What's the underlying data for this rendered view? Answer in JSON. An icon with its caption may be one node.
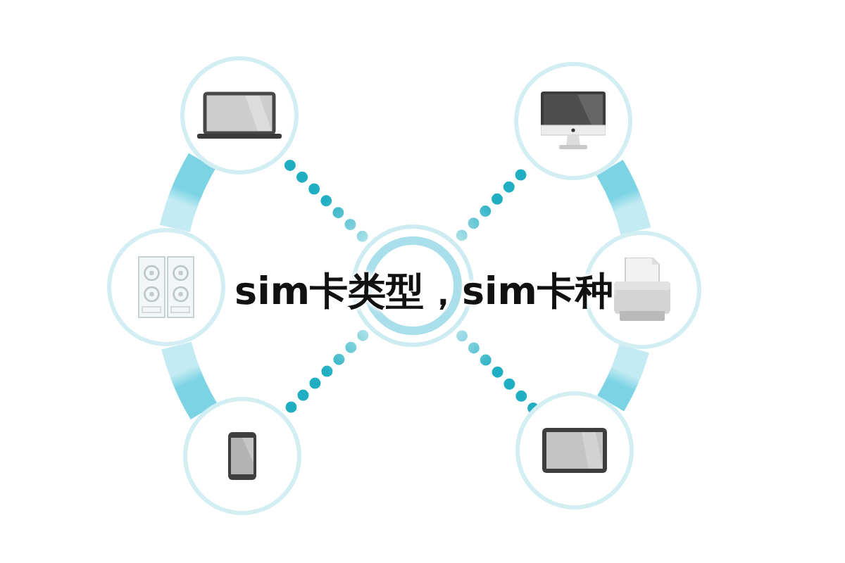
{
  "diagram": {
    "title": "sim卡类型，sim卡种",
    "nodes": [
      {
        "text": [],
        "shape": "circle"
      },
      {
        "text": [],
        "shape": "circle"
      },
      {
        "text": [],
        "shape": "circle"
      },
      {
        "text": [],
        "shape": "circle"
      },
      {
        "text": [],
        "shape": "circle"
      },
      {
        "text": [],
        "shape": "circle"
      },
      {
        "text": [],
        "shape": "circle"
      }
    ],
    "edges": [
      {
        "from": 3,
        "to": 0,
        "arrow": "none",
        "style": "dashed"
      },
      {
        "from": 3,
        "to": 1,
        "arrow": "none",
        "style": "dashed"
      },
      {
        "from": 3,
        "to": 5,
        "arrow": "none",
        "style": "dashed"
      },
      {
        "from": 3,
        "to": 6,
        "arrow": "none",
        "style": "dashed"
      },
      {
        "from": 0,
        "to": 2,
        "arrow": "none",
        "style": "thick",
        "color": "#7cd3e4"
      },
      {
        "from": 2,
        "to": 5,
        "arrow": "none",
        "style": "thick",
        "color": "#7cd3e4"
      },
      {
        "from": 1,
        "to": 4,
        "arrow": "none",
        "style": "thick",
        "color": "#7cd3e4"
      },
      {
        "from": 4,
        "to": 6,
        "arrow": "none",
        "style": "thick",
        "color": "#7cd3e4"
      }
    ]
  }
}
